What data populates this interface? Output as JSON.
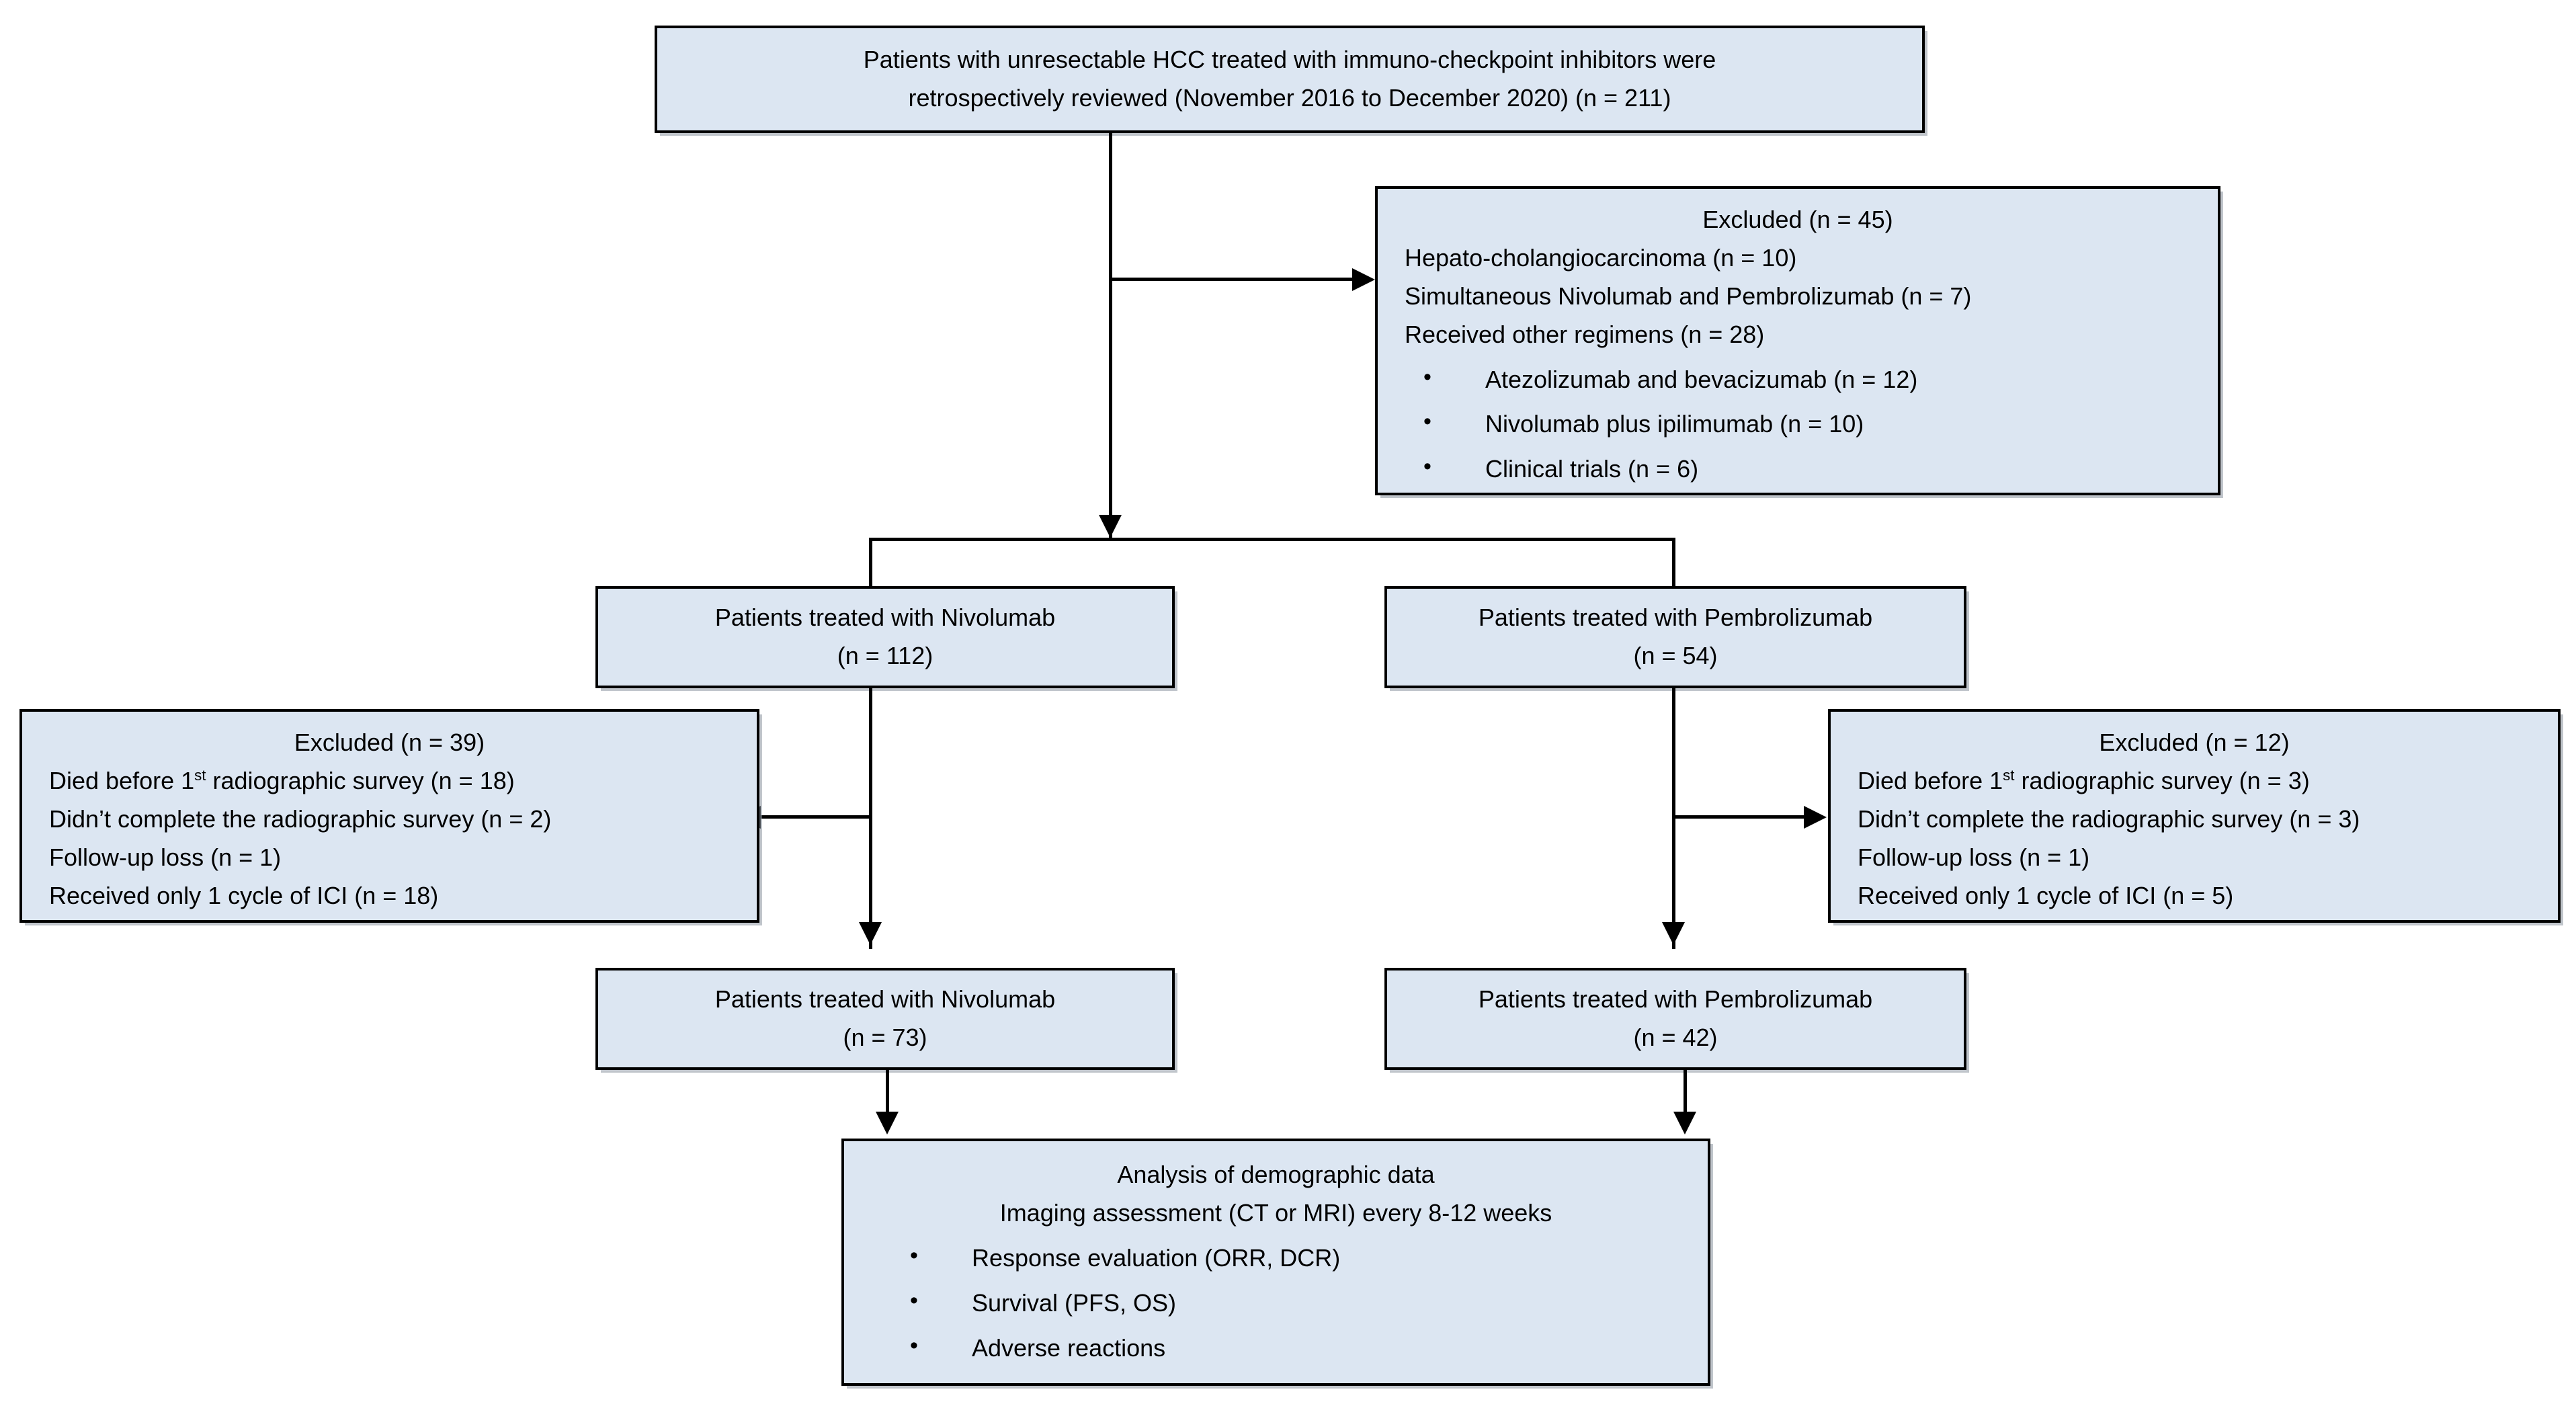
{
  "diagram": {
    "type": "flowchart",
    "title_visible": false,
    "colors": {
      "node_fill": "#dce6f2",
      "node_border": "#000000",
      "connector": "#000000",
      "page_background": "#ffffff"
    },
    "nodes": {
      "cohort": {
        "line1": "Patients with unresectable HCC treated with immuno-checkpoint inhibitors were",
        "line2": "retrospectively reviewed (November 2016 to December 2020) (n = 211)"
      },
      "excluded_main": {
        "heading": "Excluded (n = 45)",
        "reasons": [
          "Hepato-cholangiocarcinoma (n = 10)",
          "Simultaneous Nivolumab and Pembrolizumab (n = 7)",
          "Received other regimens (n = 28)"
        ],
        "sub_reasons": [
          "Atezolizumab and bevacizumab (n = 12)",
          "Nivolumab plus ipilimumab (n = 10)",
          "Clinical trials (n = 6)"
        ]
      },
      "nivolumab_initial": {
        "line1": "Patients treated with Nivolumab",
        "line2": "(n = 112)"
      },
      "pembrolizumab_initial": {
        "line1": "Patients treated with Pembrolizumab",
        "line2": "(n = 54)"
      },
      "excluded_nivolumab": {
        "heading": "Excluded (n = 39)",
        "reasons_pre": "Died before 1",
        "reasons_sup": "st",
        "reasons_post": " radiographic survey (n = 18)",
        "reason2": "Didn’t complete the radiographic survey (n = 2)",
        "reason3": "Follow-up loss (n = 1)",
        "reason4": "Received only 1 cycle of ICI (n = 18)"
      },
      "excluded_pembrolizumab": {
        "heading": "Excluded (n = 12)",
        "reasons_pre": "Died before 1",
        "reasons_sup": "st",
        "reasons_post": " radiographic survey (n = 3)",
        "reason2": "Didn’t complete the radiographic survey (n = 3)",
        "reason3": "Follow-up loss (n = 1)",
        "reason4": "Received only 1 cycle of ICI (n = 5)"
      },
      "nivolumab_final": {
        "line1": "Patients treated with Nivolumab",
        "line2": "(n = 73)"
      },
      "pembrolizumab_final": {
        "line1": "Patients treated with Pembrolizumab",
        "line2": "(n = 42)"
      },
      "analysis": {
        "line1": "Analysis of demographic data",
        "line2": "Imaging assessment (CT or MRI) every 8-12 weeks",
        "bullets": [
          "Response evaluation (ORR, DCR)",
          "Survival (PFS, OS)",
          "Adverse reactions"
        ]
      }
    },
    "counts": {
      "screened": 211,
      "excluded_initial": 45,
      "nivolumab_initial": 112,
      "pembrolizumab_initial": 54,
      "excluded_nivolumab": 39,
      "excluded_pembrolizumab": 12,
      "nivolumab_final": 73,
      "pembrolizumab_final": 42
    }
  }
}
